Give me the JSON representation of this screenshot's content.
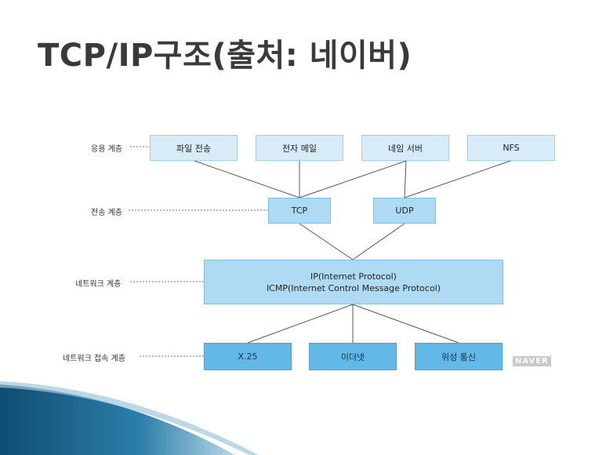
{
  "title": "TCP/IP구조(출처: 네이버)",
  "layers": {
    "application": "응용 계층",
    "transport": "전송 계층",
    "network": "네트워크 계층",
    "link": "네트워크 접속 계층"
  },
  "application_protocols": [
    "파일 전송",
    "전자 메일",
    "네임 서버",
    "NFS"
  ],
  "transport_protocols": [
    "TCP",
    "UDP"
  ],
  "network_protocols": {
    "line1": "IP(Internet Protocol)",
    "line2": "ICMP(Internet Control Message Protocol)"
  },
  "link_protocols": [
    "X.25",
    "이더넷",
    "위성 통신"
  ],
  "watermark": "NAVER",
  "colors": {
    "application_box": "#d7ecf8",
    "transport_box": "#aedbf3",
    "network_box": "#aedbf3",
    "link_box": "#62b9e8",
    "connector": "#555555"
  }
}
